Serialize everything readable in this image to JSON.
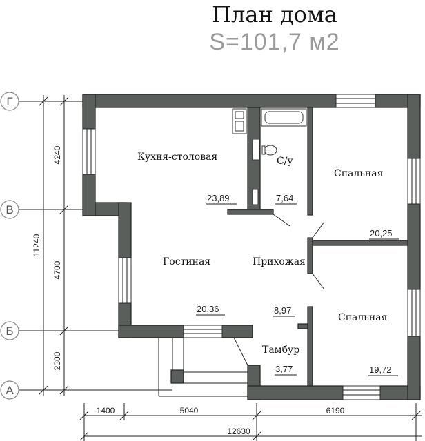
{
  "title": "План дома",
  "area": "S=101,7 м2",
  "rooms": {
    "kitchen": "Кухня-столовая",
    "bath": "С/у",
    "bedroom1": "Спальная",
    "living": "Гостиная",
    "hall": "Прихожая",
    "bedroom2": "Спальная",
    "vestibule": "Тамбур"
  },
  "areas": {
    "kitchen": "23,89",
    "bath": "7,64",
    "bedroom1": "20,25",
    "living": "20,36",
    "hall": "8,97",
    "vestibule": "3,77",
    "bedroom2": "19,72"
  },
  "axes": {
    "g": "Г",
    "v": "В",
    "b": "Б",
    "a": "А"
  },
  "dimensions": {
    "vertical_total": "11240",
    "v1": "4240",
    "v2": "4700",
    "v3": "2300",
    "h1": "1400",
    "h2": "5040",
    "h3": "6190",
    "horizontal_total": "12630"
  }
}
